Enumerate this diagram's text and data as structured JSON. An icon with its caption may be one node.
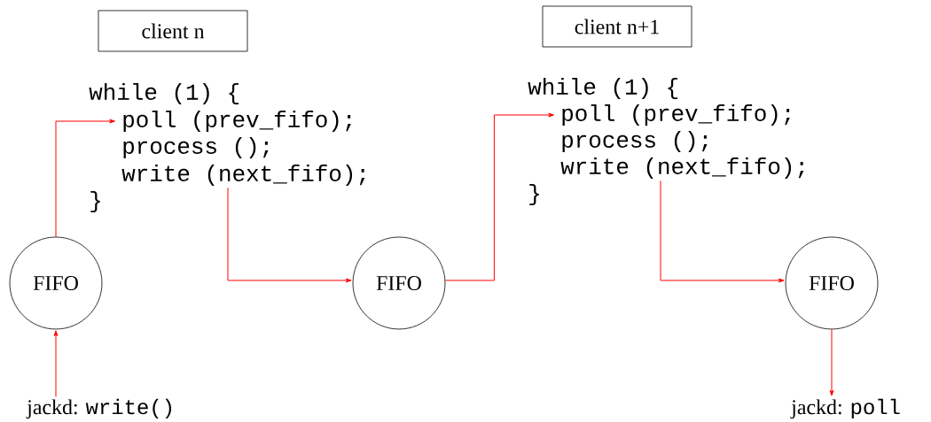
{
  "diagram": {
    "nodes": [
      {
        "text": [
          "client n"
        ]
      },
      {
        "text": [
          "while (1) {"
        ]
      },
      {
        "text": [
          "poll (prev_fifo);"
        ]
      },
      {
        "text": [
          "process ();"
        ]
      },
      {
        "text": [
          "write (next_fifo);"
        ]
      },
      {
        "text": [
          "}"
        ]
      },
      {
        "text": [
          "client n+1"
        ]
      },
      {
        "text": [
          "while (1) {"
        ]
      },
      {
        "text": [
          "poll (prev_fifo);"
        ]
      },
      {
        "text": [
          "process ();"
        ]
      },
      {
        "text": [
          "write (next_fifo);"
        ]
      },
      {
        "text": [
          "}"
        ]
      },
      {
        "text": [
          "FIFO"
        ]
      },
      {
        "text": [
          "FIFO"
        ]
      },
      {
        "text": [
          "FIFO"
        ]
      },
      {
        "text": [
          "jackd:",
          "write()"
        ]
      },
      {
        "text": [
          "jackd:",
          "poll"
        ]
      }
    ],
    "edges": [
      {
        "from": 15,
        "to": 12,
        "arrow": "to"
      },
      {
        "from": 12,
        "to": 2,
        "arrow": "to"
      },
      {
        "from": 4,
        "to": 13,
        "arrow": "to"
      },
      {
        "from": 13,
        "to": 8,
        "arrow": "to"
      },
      {
        "from": 10,
        "to": 14,
        "arrow": "to"
      },
      {
        "from": 14,
        "to": 16,
        "arrow": "to"
      }
    ]
  }
}
